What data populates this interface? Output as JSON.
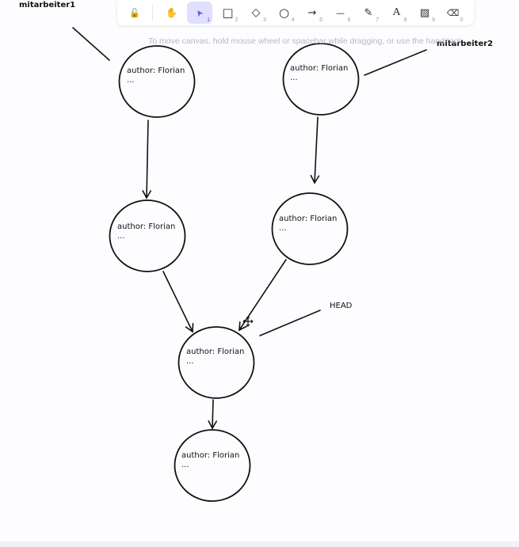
{
  "toolbar": {
    "tools": [
      {
        "name": "lock",
        "glyph": "🔓",
        "key": ""
      },
      {
        "name": "hand",
        "glyph": "✋",
        "key": ""
      },
      {
        "name": "selection",
        "glyph": "➤",
        "key": "1",
        "active": true
      },
      {
        "name": "rectangle",
        "glyph": "□",
        "key": "2"
      },
      {
        "name": "diamond",
        "glyph": "◇",
        "key": "3"
      },
      {
        "name": "ellipse",
        "glyph": "○",
        "key": "4"
      },
      {
        "name": "arrow",
        "glyph": "→",
        "key": "5"
      },
      {
        "name": "line",
        "glyph": "—",
        "key": "6"
      },
      {
        "name": "draw",
        "glyph": "✎",
        "key": "7"
      },
      {
        "name": "text",
        "glyph": "A",
        "key": "8"
      },
      {
        "name": "image",
        "glyph": "▨",
        "key": "9"
      },
      {
        "name": "eraser",
        "glyph": "⌫",
        "key": "0"
      }
    ],
    "accent_color": "#5b57d1",
    "active_bg": "#e0dfff"
  },
  "hint": "To move canvas, hold mouse wheel or spacebar while dragging, or use the hand tool",
  "labels": {
    "mitarbeiter1": "mitarbeiter1",
    "mitarbeiter2": "mitarbeiter2",
    "head": "HEAD"
  },
  "nodes": [
    {
      "id": "n1",
      "line1": "author: Florian",
      "line2": "..."
    },
    {
      "id": "n2",
      "line1": "author: Florian",
      "line2": "..."
    },
    {
      "id": "n3",
      "line1": "author: Florian",
      "line2": "..."
    },
    {
      "id": "n4",
      "line1": "author: Florian",
      "line2": "..."
    },
    {
      "id": "n5",
      "line1": "author: Florian",
      "line2": "..."
    },
    {
      "id": "n6",
      "line1": "author: Florian",
      "line2": "..."
    }
  ],
  "stroke_color": "#111111",
  "canvas_bg": "#fdfcff"
}
